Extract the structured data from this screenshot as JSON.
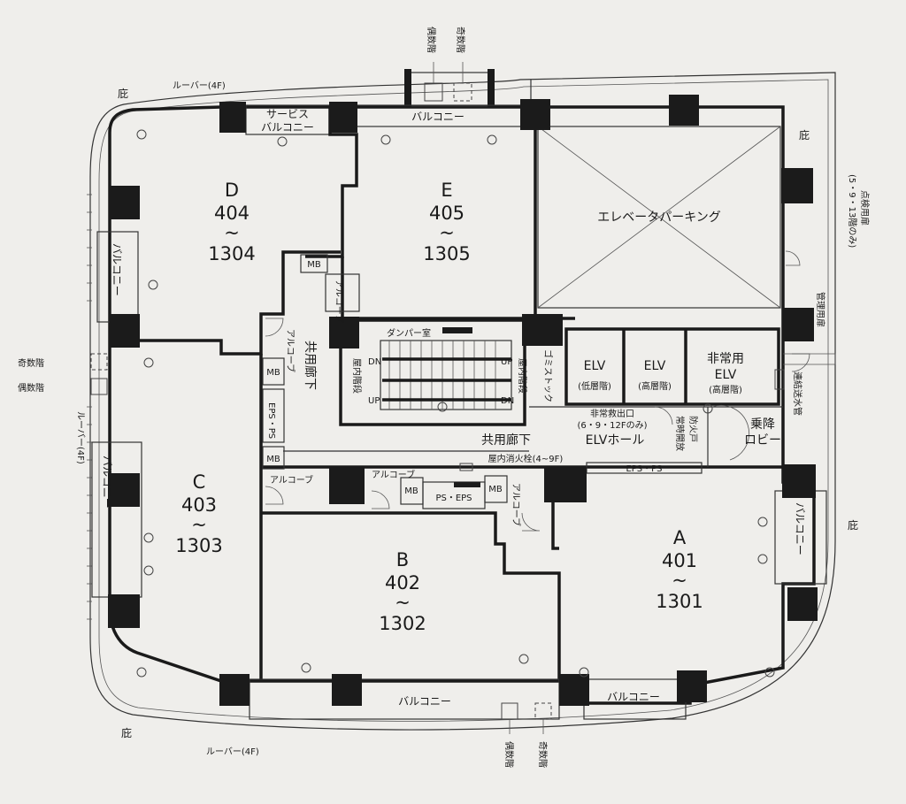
{
  "units": [
    {
      "id": "A",
      "letter": "A",
      "from": "401",
      "tilde": "~",
      "to": "1301"
    },
    {
      "id": "B",
      "letter": "B",
      "from": "402",
      "tilde": "~",
      "to": "1302"
    },
    {
      "id": "C",
      "letter": "C",
      "from": "403",
      "tilde": "~",
      "to": "1303"
    },
    {
      "id": "D",
      "letter": "D",
      "from": "404",
      "tilde": "~",
      "to": "1304"
    },
    {
      "id": "E",
      "letter": "E",
      "from": "405",
      "tilde": "~",
      "to": "1305"
    }
  ],
  "labels": {
    "balcony": "バルコニー",
    "service_balcony_1": "サービス",
    "service_balcony_2": "バルコニー",
    "elevator_parking": "エレベータパーキング",
    "hisashi": "庇",
    "louver_top": "ルーバー(4F)",
    "louver_bottom": "ルーバー(4F)",
    "louver_left": "ルーバー(4F)",
    "even_floor": "偶数階",
    "odd_floor": "奇数階",
    "mb": "MB",
    "alcove": "アルコーブ",
    "alcove_v": "アルコーブ",
    "common_corridor_v": "共用廊下",
    "common_corridor": "共用廊下",
    "eps_ps_v": "EPS・PS",
    "ps_eps": "PS・EPS",
    "eps_ps": "EPS・PS",
    "damper_room": "ダンパー室",
    "indoor_stairs_v": "屋内階段",
    "dn": "DN",
    "up": "UP",
    "garbage_stock": "ゴミストック",
    "elv_low_1": "ELV",
    "elv_low_2": "(低層階)",
    "elv_high_1": "ELV",
    "elv_high_2": "(高層階)",
    "elv_emg_1": "非常用",
    "elv_emg_2": "ELV",
    "elv_emg_3": "(高層階)",
    "emergency_exit_1": "非常救出口",
    "emergency_exit_2": "(6・9・12Fのみ)",
    "elv_hall": "ELVホール",
    "normally_open": "常時開放",
    "fire_door": "防火戸",
    "lobby_1": "乗降",
    "lobby_2": "ロビー",
    "standpipe": "連結送水管",
    "hydrant": "屋内消火栓(4~9F)",
    "inspection_door": "点検用扉",
    "inspection_floors": "(5・9・13階のみ)",
    "mgmt_door": "管理用扉"
  }
}
